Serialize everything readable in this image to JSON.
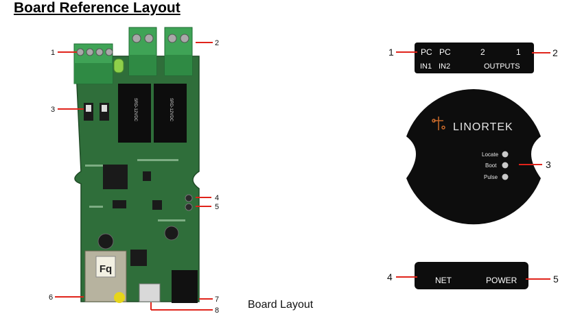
{
  "title": "Board Reference Layout",
  "caption": "Board Layout",
  "board": {
    "callouts": [
      "1",
      "2",
      "3",
      "4",
      "5",
      "6",
      "7",
      "8"
    ],
    "chip_text": "Fq",
    "relay_text": [
      "SRD-12VDC",
      "SRD-12VDC"
    ]
  },
  "panel_top": {
    "row1": [
      "PC",
      "PC",
      "2",
      "1"
    ],
    "row2": [
      "IN1",
      "IN2",
      "OUTPUTS"
    ],
    "callouts": [
      "1",
      "2"
    ]
  },
  "logo": {
    "brand": "LINORTEK",
    "leds": [
      "Locate",
      "Boot",
      "Pulse"
    ],
    "callout": "3"
  },
  "panel_bottom": {
    "labels": [
      "NET",
      "POWER"
    ],
    "callouts": [
      "4",
      "5"
    ]
  },
  "colors": {
    "callout_line": "#e0231a",
    "pcb_green": "#2f6e3a",
    "terminal_green": "#3fa356",
    "panel_black": "#0d0d0d"
  }
}
